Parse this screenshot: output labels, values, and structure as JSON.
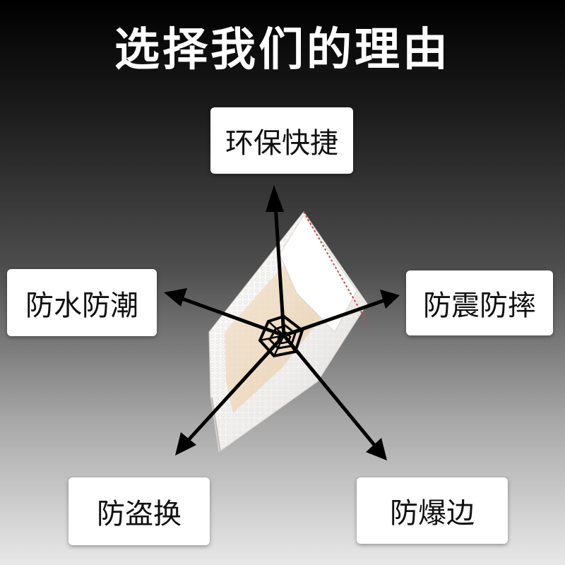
{
  "headline": "选择我们的理由",
  "features": {
    "top": "环保快捷",
    "left": "防水防潮",
    "right": "防震防摔",
    "bottom_left": "防盗换",
    "bottom_right": "防爆边"
  },
  "colors": {
    "background_top": "#000000",
    "background_bottom": "#e8e8e8",
    "envelope": "#f4f2f0",
    "envelope_seal": "#c94a4a",
    "arrow": "#000000",
    "label_box": "#ffffff"
  },
  "icons": [
    "bubble-envelope-image",
    "spider-web-icon",
    "arrow-icon"
  ]
}
